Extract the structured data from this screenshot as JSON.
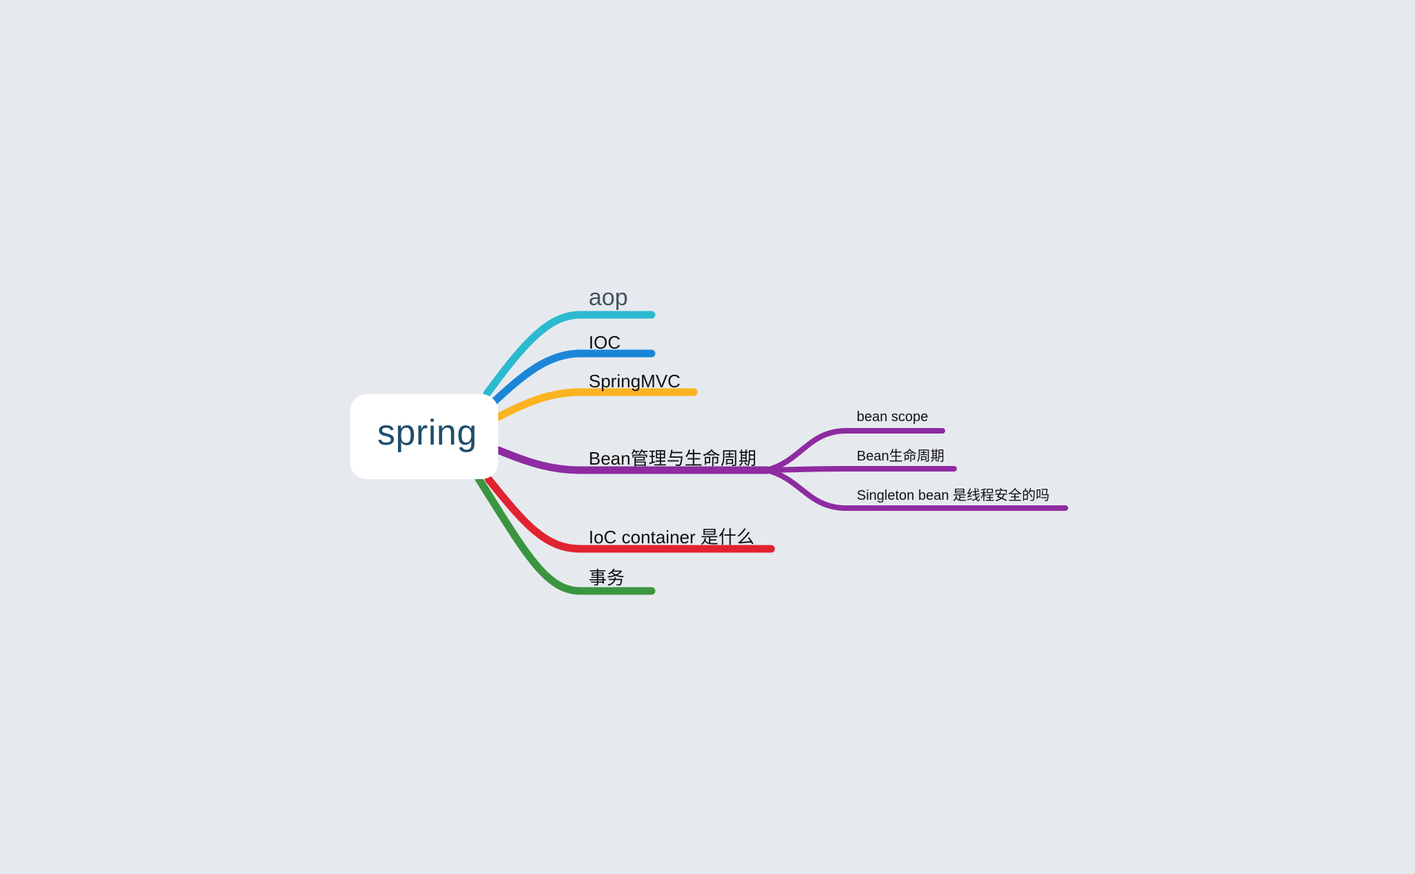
{
  "diagram": {
    "root": {
      "label": "spring",
      "color": "#1f4e6b"
    },
    "topics": [
      {
        "id": "aop",
        "label": "aop",
        "color": "#2bbad0"
      },
      {
        "id": "ioc",
        "label": "IOC",
        "color": "#1b86d8"
      },
      {
        "id": "springmvc",
        "label": "SpringMVC",
        "color": "#fbb321"
      },
      {
        "id": "bean-lifecycle",
        "label": "Bean管理与生命周期",
        "color": "#8e2ba2",
        "children": [
          {
            "id": "bean-scope",
            "label": "bean scope"
          },
          {
            "id": "bean-life",
            "label": "Bean生命周期"
          },
          {
            "id": "singleton-thread-safe",
            "label": "Singleton bean 是线程安全的吗"
          }
        ]
      },
      {
        "id": "ioc-container",
        "label": "IoC container 是什么",
        "color": "#e02330"
      },
      {
        "id": "transaction",
        "label": "事务",
        "color": "#3b9540"
      }
    ]
  }
}
